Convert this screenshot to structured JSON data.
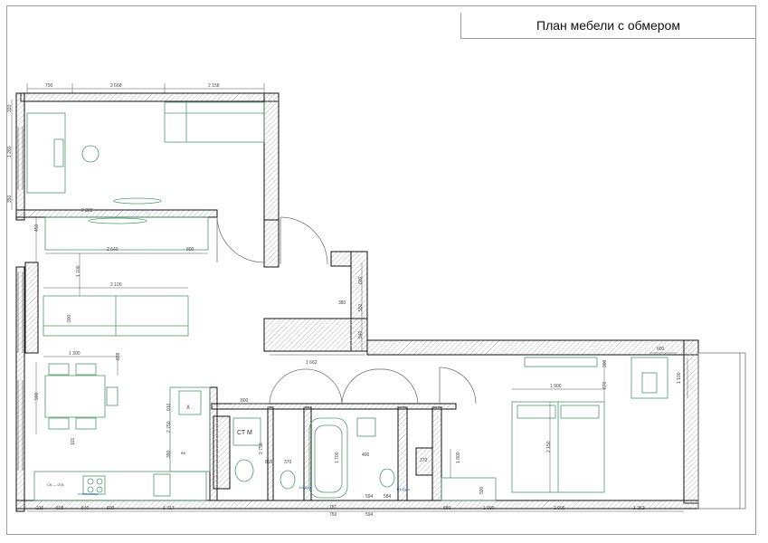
{
  "sheet": {
    "title": "План мебели с обмером"
  },
  "dimensions": {
    "top": [
      "700",
      "2 668",
      "2 158"
    ],
    "left": [
      "320",
      "1 280",
      "350"
    ],
    "row2": [
      "2 329",
      "450",
      "2 640",
      "800",
      "1 700",
      "2 100",
      "900",
      "1 300",
      "838",
      "900"
    ],
    "corridor": [
      "600",
      "380",
      "550",
      "940",
      "1 662"
    ],
    "bathroom": [
      "800",
      "815",
      "2 750",
      "370",
      "1 700",
      "751",
      "400",
      "370",
      "594",
      "584"
    ],
    "kitchen": [
      "101",
      "2 750",
      "910",
      "390"
    ],
    "bedroom": [
      "1 900",
      "300",
      "676",
      "1 800",
      "500",
      "2 150",
      "600",
      "1 100"
    ],
    "bottom": [
      "216",
      "608",
      "540",
      "600",
      "1 717",
      "750",
      "594",
      "580",
      "1 090",
      "2 000",
      "1 262"
    ]
  },
  "labels": {
    "fridge": "СТ М",
    "kitchen_code": "СК — 07А",
    "kitchen_note": "столешница",
    "wc1": "1/4 Душ",
    "wc2": "1/4 Душ",
    "x_mark": "Х",
    "hw": "ВК"
  },
  "colors": {
    "wall": "#111111",
    "hatch": "#9a9a9a",
    "furniture": "#4f9a6a",
    "dimension": "#444444"
  }
}
